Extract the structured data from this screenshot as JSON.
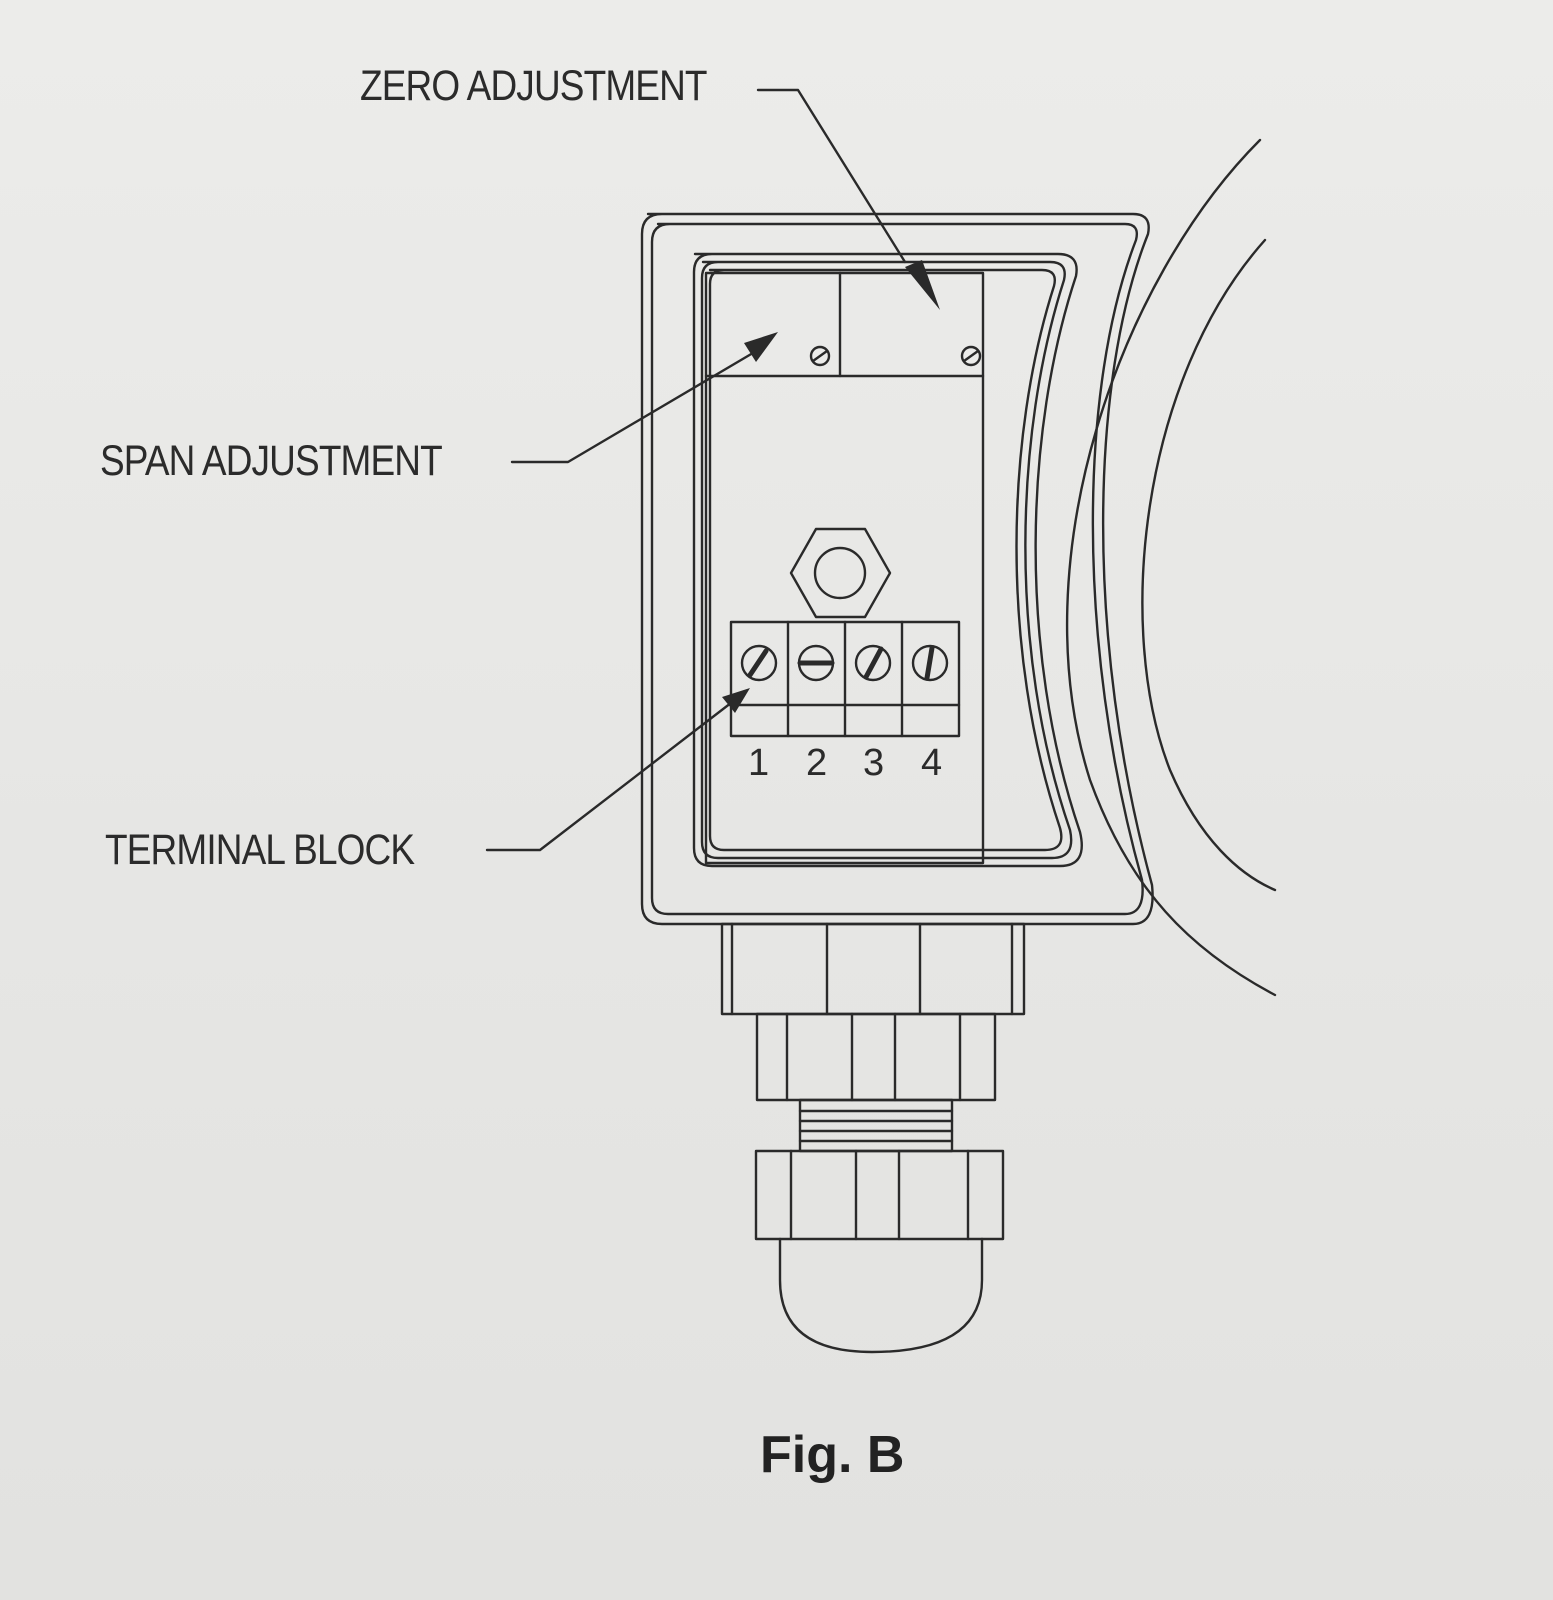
{
  "labels": {
    "zero_adjustment": "ZERO ADJUSTMENT",
    "span_adjustment": "SPAN ADJUSTMENT",
    "terminal_block": "TERMINAL BLOCK"
  },
  "terminals": [
    "1",
    "2",
    "3",
    "4"
  ],
  "caption": "Fig. B"
}
